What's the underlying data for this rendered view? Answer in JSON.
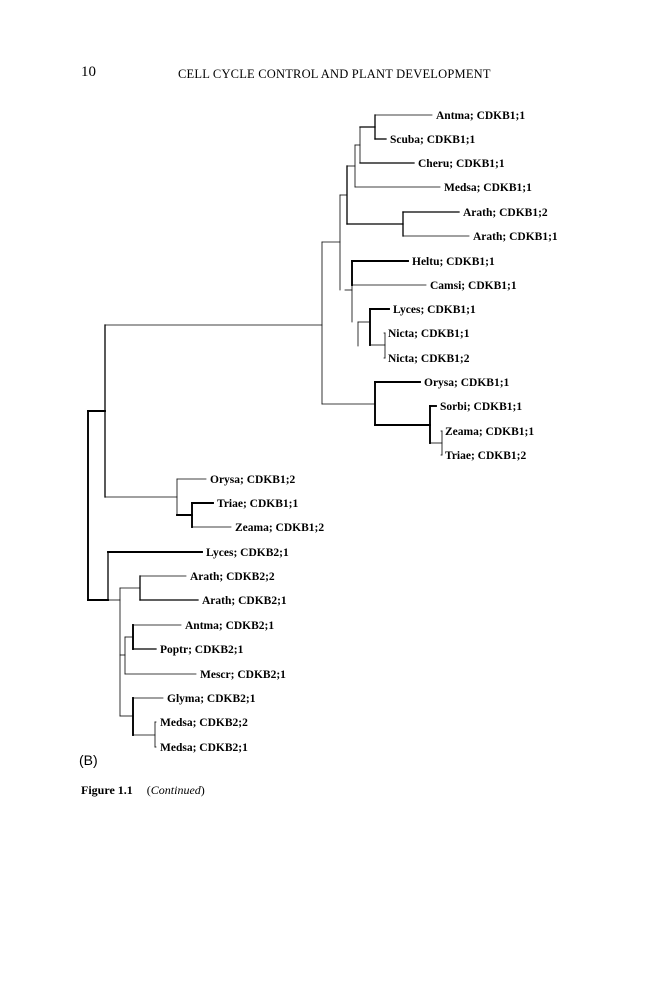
{
  "header": {
    "page_number": "10",
    "running_title": "CELL CYCLE CONTROL AND PLANT DEVELOPMENT"
  },
  "figure": {
    "panel_label": "(B)",
    "caption_number": "Figure 1.1",
    "caption_open": "(",
    "caption_text": "Continued",
    "caption_close": ")",
    "leaves": [
      "Antma; CDKB1;1",
      "Scuba; CDKB1;1",
      "Cheru; CDKB1;1",
      "Medsa; CDKB1;1",
      "Arath; CDKB1;2",
      "Arath; CDKB1;1",
      "Heltu; CDKB1;1",
      "Camsi; CDKB1;1",
      "Lyces; CDKB1;1",
      "Nicta; CDKB1;1",
      "Nicta; CDKB1;2",
      "Orysa; CDKB1;1",
      "Sorbi; CDKB1;1",
      "Zeama; CDKB1;1",
      "Triae; CDKB1;2",
      "Orysa; CDKB1;2",
      "Triae; CDKB1;1",
      "Zeama; CDKB1;2",
      "Lyces; CDKB2;1",
      "Arath; CDKB2;2",
      "Arath; CDKB2;1",
      "Antma; CDKB2;1",
      "Poptr; CDKB2;1",
      "Mescr; CDKB2;1",
      "Glyma; CDKB2;1",
      "Medsa; CDKB2;2",
      "Medsa; CDKB2;1"
    ]
  }
}
